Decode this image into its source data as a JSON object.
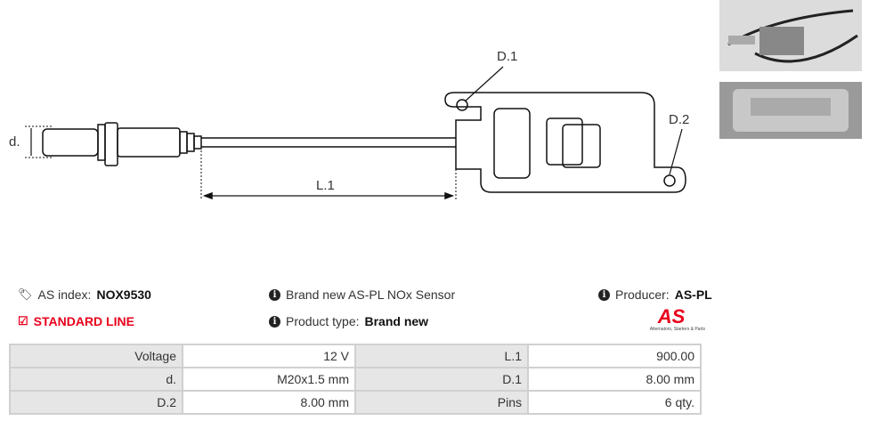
{
  "diagram": {
    "labels": {
      "d": "d.",
      "d1": "D.1",
      "d2": "D.2",
      "l1": "L.1"
    }
  },
  "info": {
    "as_index_label": "AS index:",
    "as_index_value": "NOX9530",
    "line": "STANDARD LINE",
    "description": "Brand new AS-PL NOx Sensor",
    "product_type_label": "Product type:",
    "product_type_value": "Brand new",
    "producer_label": "Producer:",
    "producer_value": "AS-PL",
    "logo_text": "AS",
    "logo_tagline": "Alternators, Starters & Parts"
  },
  "specs": [
    {
      "l1": "Voltage",
      "v1": "12 V",
      "l2": "L.1",
      "v2": "900.00"
    },
    {
      "l1": "d.",
      "v1": "M20x1.5 mm",
      "l2": "D.1",
      "v2": "8.00 mm"
    },
    {
      "l1": "D.2",
      "v1": "8.00 mm",
      "l2": "Pins",
      "v2": "6 qty."
    }
  ],
  "colors": {
    "accent": "#e8001c"
  }
}
